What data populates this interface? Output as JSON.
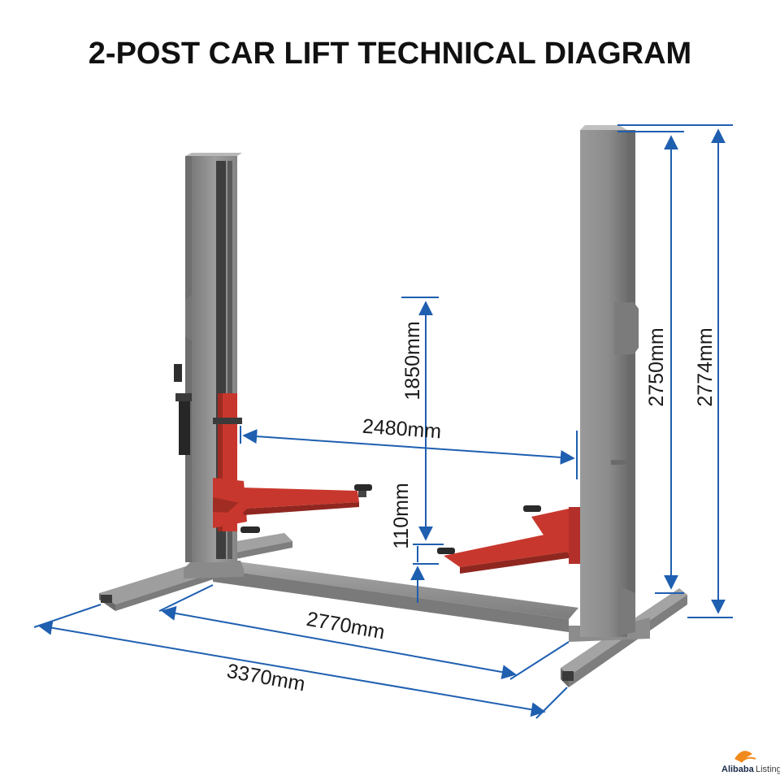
{
  "title": "2-POST CAR LIFT TECHNICAL DIAGRAM",
  "dimensions": {
    "lift_height": "1850mm",
    "inner_width": "2480mm",
    "min_height": "110mm",
    "column_height": "2750mm",
    "total_height": "2774mm",
    "base_width": "2770mm",
    "overall_width": "3370mm"
  },
  "watermark": {
    "brand": "Alibaba",
    "suffix": "Listing"
  },
  "colors": {
    "steel": "#8e8e8e",
    "steel_dark": "#6f6f6f",
    "steel_light": "#b4b4b4",
    "arm_red": "#c8372d",
    "dimension_blue": "#1f5fb0",
    "brand_orange": "#f08a1c"
  },
  "icons": [
    "alibaba-logo-icon"
  ]
}
